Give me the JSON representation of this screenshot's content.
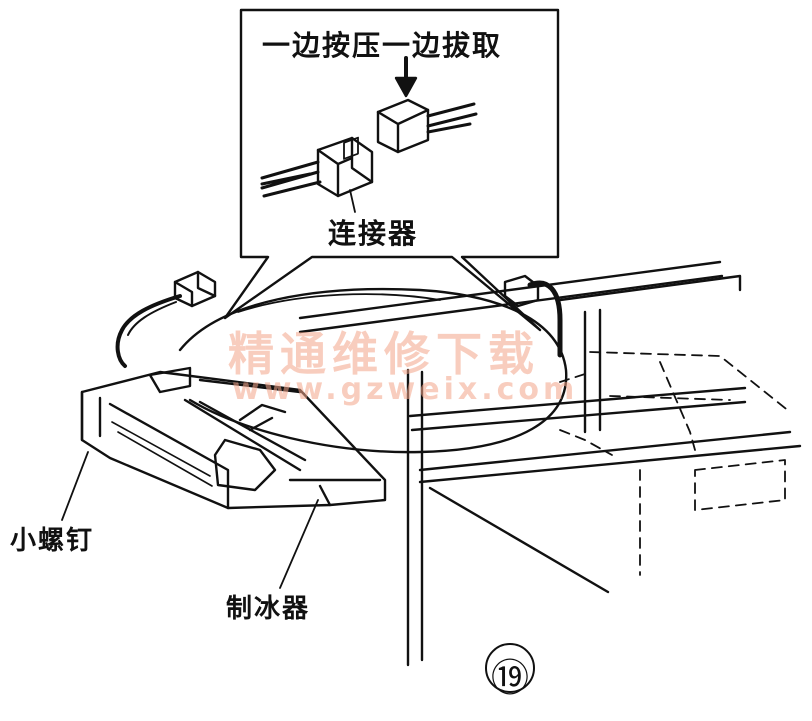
{
  "labels": {
    "instruction": "一边按压一边拔取",
    "connector": "连接器",
    "small_screw": "小螺钉",
    "ice_maker": "制冰器",
    "step_number": "⑲"
  },
  "watermark": {
    "text_cn": "精通维修下载",
    "text_url": "www.gzweix.com",
    "color": "#f4a58a"
  },
  "colors": {
    "ink": "#111111",
    "background": "#ffffff"
  }
}
